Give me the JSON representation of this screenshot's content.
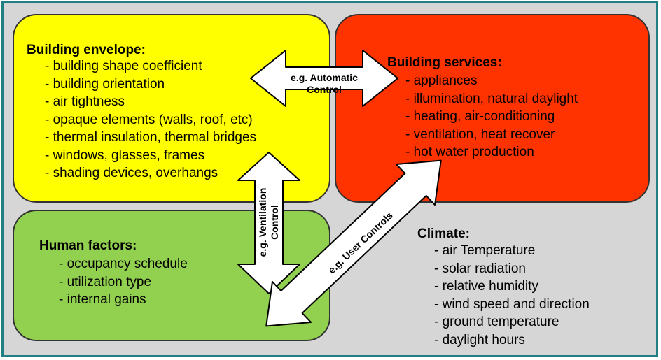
{
  "envelope": {
    "title": "Building envelope:",
    "items": [
      "- building shape coefficient",
      "- building orientation",
      "- air tightness",
      "- opaque elements (walls, roof, etc)",
      "- thermal insulation, thermal bridges",
      "- windows, glasses, frames",
      "- shading devices, overhangs"
    ]
  },
  "services": {
    "title": "Building services:",
    "items": [
      "- appliances",
      "- illumination, natural daylight",
      "- heating, air-conditioning",
      "- ventilation, heat recover",
      "- hot water production"
    ]
  },
  "human": {
    "title": "Human factors:",
    "items": [
      "- occupancy schedule",
      "- utilization type",
      "- internal gains"
    ]
  },
  "climate": {
    "title": "Climate:",
    "items": [
      "- air Temperature",
      "- solar radiation",
      "- relative humidity",
      "- wind speed and direction",
      "- ground temperature",
      "- daylight hours"
    ]
  },
  "arrows": {
    "automatic": {
      "line1": "e.g. Automatic",
      "line2": "Control"
    },
    "ventilation": {
      "line1": "e.g. Ventilation",
      "line2": "Control"
    },
    "user": {
      "line1": "e.g. User Controls"
    }
  },
  "colors": {
    "frame": "#1f7f82",
    "background": "#d6d6d6",
    "envelope": "#ffff00",
    "services": "#ff3300",
    "human": "#92d050"
  }
}
